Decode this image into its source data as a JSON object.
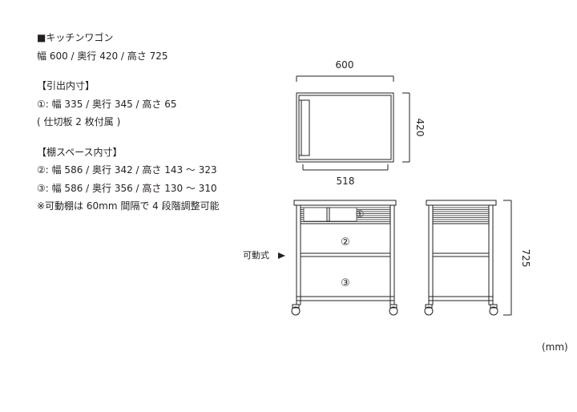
{
  "specs": {
    "title": "■キッチンワゴン",
    "overall": "幅 600 / 奥行 420 / 高さ 725",
    "drawer_heading": "【引出内寸】",
    "drawer_size": "①: 幅 335 / 奥行 345 / 高さ 65",
    "drawer_note": "( 仕切板 2 枚付属 )",
    "shelf_heading": "【棚スペース内寸】",
    "shelf_2": "②: 幅 586 / 奥行 342 / 高さ 143 〜 323",
    "shelf_3": "③: 幅 586 / 奥行 356 / 高さ 130 〜 310",
    "shelf_note": "※可動棚は 60mm 間隔で 4 段階調整可能"
  },
  "drawing": {
    "top_width": "600",
    "top_depth": "420",
    "inner_width": "518",
    "height": "725",
    "movable_label": "可動式",
    "marker_1": "①",
    "marker_2": "②",
    "marker_3": "③",
    "unit": "(mm)"
  }
}
